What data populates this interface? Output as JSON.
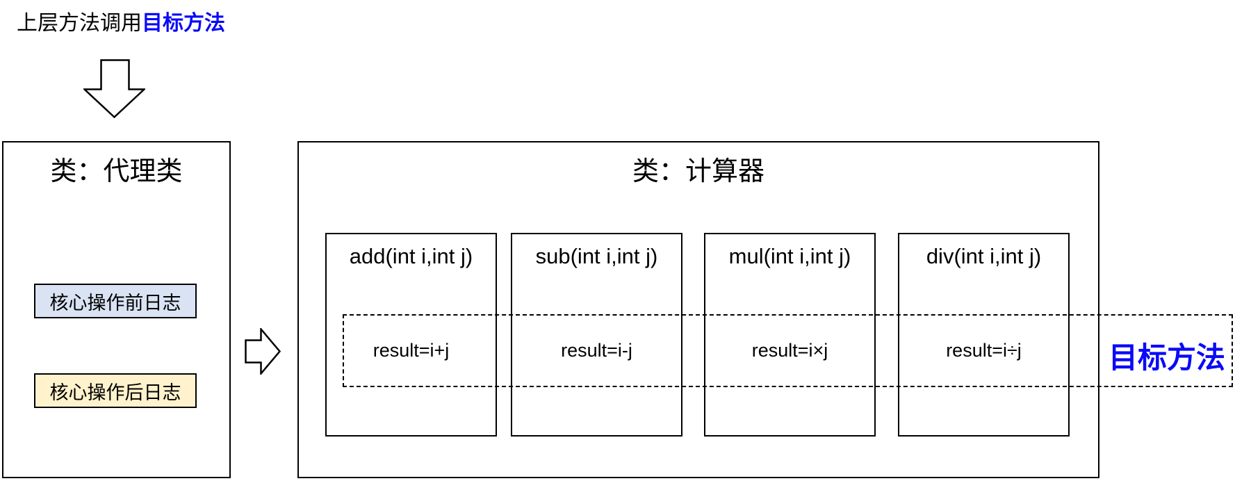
{
  "page": {
    "background": "#ffffff"
  },
  "colors": {
    "accent_blue": "#0a0af8",
    "log_pre_fill": "#dae3f3",
    "log_post_fill": "#fff2cc",
    "line_color": "#000000"
  },
  "header": {
    "prefix": "上层方法调用",
    "highlight": "目标方法"
  },
  "icons": {
    "down_arrow": "down-block-arrow",
    "right_arrow": "right-block-arrow"
  },
  "proxy_class": {
    "title": "类：代理类",
    "logs": [
      {
        "label": "核心操作前日志"
      },
      {
        "label": "核心操作后日志"
      }
    ]
  },
  "calculator_class": {
    "title": "类：计算器",
    "methods": [
      {
        "signature": "add(int i,int j)",
        "body": "result=i+j"
      },
      {
        "signature": "sub(int i,int j)",
        "body": "result=i-j"
      },
      {
        "signature": "mul(int i,int j)",
        "body": "result=i×j"
      },
      {
        "signature": "div(int i,int j)",
        "body": "result=i÷j"
      }
    ]
  },
  "target_method_label": "目标方法"
}
